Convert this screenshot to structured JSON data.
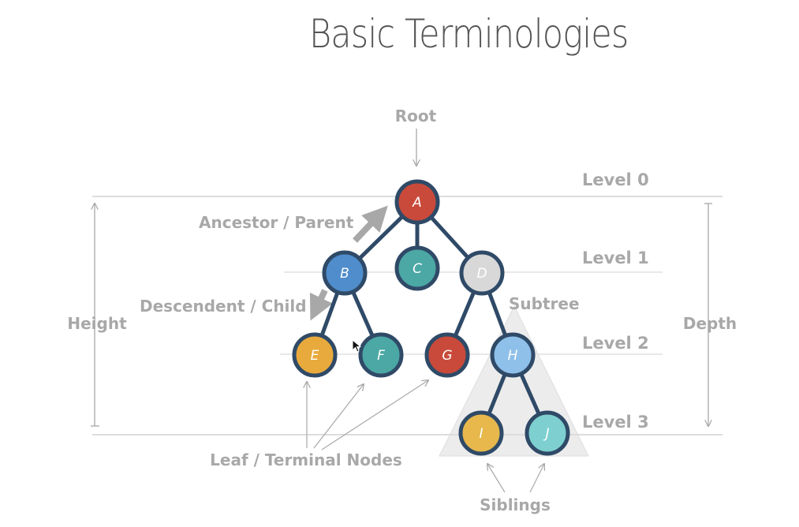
{
  "title": "Basic Terminologies",
  "labels": {
    "root": "Root",
    "ancestor": "Ancestor / Parent",
    "descendant": "Descendent / Child",
    "height": "Height",
    "depth": "Depth",
    "subtree": "Subtree",
    "leaf": "Leaf / Terminal Nodes",
    "siblings": "Siblings"
  },
  "levels": [
    "Level 0",
    "Level 1",
    "Level 2",
    "Level 3"
  ],
  "nodes": [
    {
      "id": "A",
      "color": "#c94a3a"
    },
    {
      "id": "B",
      "color": "#4f8dcc"
    },
    {
      "id": "C",
      "color": "#4ba8a5"
    },
    {
      "id": "D",
      "color": "#d8d8d8"
    },
    {
      "id": "E",
      "color": "#e8aa3c"
    },
    {
      "id": "F",
      "color": "#4ba8a5"
    },
    {
      "id": "G",
      "color": "#c94a3a"
    },
    {
      "id": "H",
      "color": "#8ec0ea"
    },
    {
      "id": "I",
      "color": "#e8b84c"
    },
    {
      "id": "J",
      "color": "#7dd0cf"
    }
  ],
  "edges": [
    [
      "A",
      "B"
    ],
    [
      "A",
      "C"
    ],
    [
      "A",
      "D"
    ],
    [
      "B",
      "E"
    ],
    [
      "B",
      "F"
    ],
    [
      "D",
      "G"
    ],
    [
      "D",
      "H"
    ],
    [
      "H",
      "I"
    ],
    [
      "H",
      "J"
    ]
  ],
  "colors": {
    "edge": "#2f4a67",
    "label": "#a8a8a8",
    "rule": "#dcdcdc",
    "subtree_fill": "#ececec",
    "title": "#555555"
  }
}
